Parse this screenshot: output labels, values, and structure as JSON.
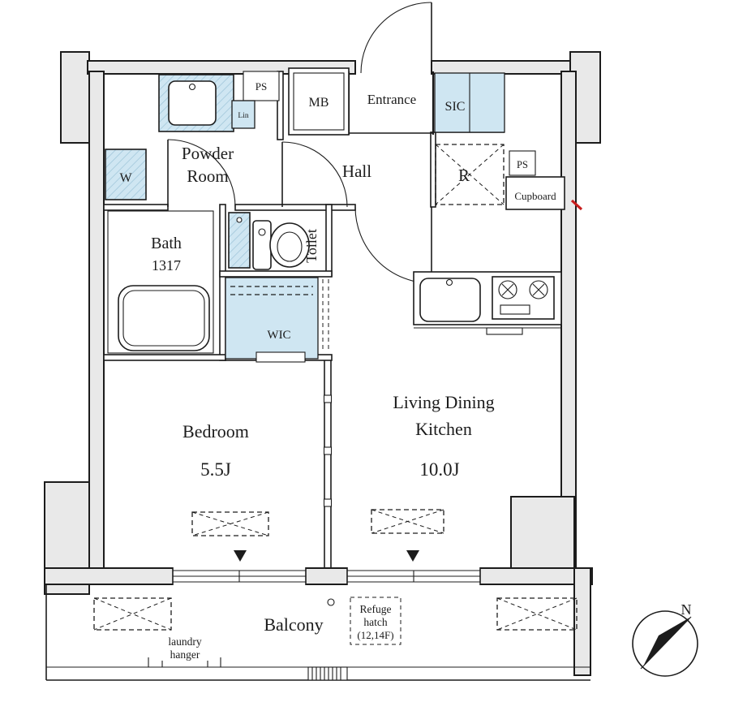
{
  "rooms": {
    "powder_room": {
      "name_line1": "Powder",
      "name_line2": "Room"
    },
    "hall": {
      "name": "Hall"
    },
    "entrance": {
      "name": "Entrance"
    },
    "shoe_closet": {
      "name": "SIC"
    },
    "meter_box": {
      "name": "MB"
    },
    "pipe_space_top": {
      "name": "PS"
    },
    "linen": {
      "name": "Lin"
    },
    "washer_space": {
      "name": "W"
    },
    "bath": {
      "name": "Bath",
      "size": "1317"
    },
    "toilet": {
      "name": "Toilet"
    },
    "wic": {
      "name": "WIC"
    },
    "refrigerator_space": {
      "name": "R"
    },
    "pipe_space_kitchen": {
      "name": "PS"
    },
    "cupboard": {
      "name": "Cupboard"
    },
    "bedroom": {
      "name": "Bedroom",
      "size": "5.5J"
    },
    "ldk": {
      "name_line1": "Living Dining",
      "name_line2": "Kitchen",
      "size": "10.0J"
    }
  },
  "balcony": {
    "name": "Balcony",
    "laundry_hanger_line1": "laundry",
    "laundry_hanger_line2": "hanger",
    "refuge_hatch_line1": "Refuge",
    "refuge_hatch_line2": "hatch",
    "refuge_hatch_line3": "(12,14F)"
  },
  "compass": {
    "north": "N"
  },
  "colors": {
    "background": "#ffffff",
    "wall_fill": "#e9e9e9",
    "line": "#1c1c1c",
    "highlight": "#cfe6f2",
    "hatch": "#9cc3d8",
    "red_mark": "#c81d1d"
  }
}
